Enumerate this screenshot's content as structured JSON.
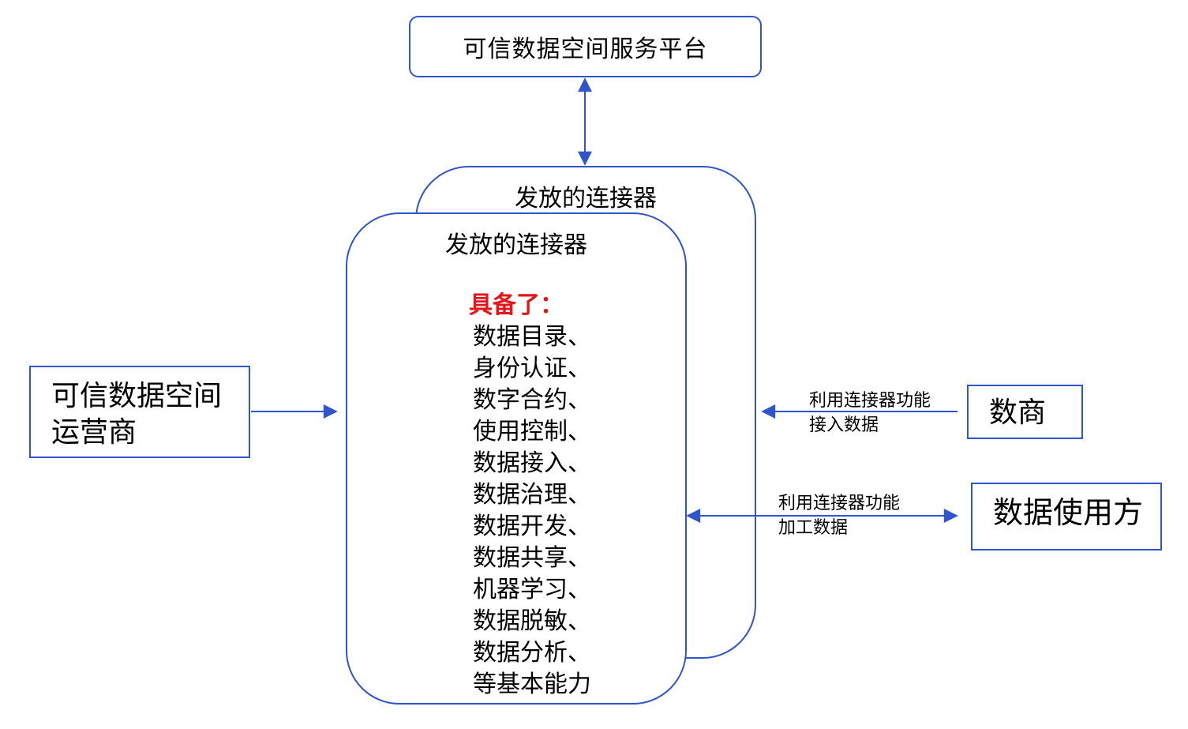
{
  "nodes": {
    "platform": "可信数据空间服务平台",
    "operator": [
      "可信数据空间",
      "运营商"
    ],
    "connector_back_title": "发放的连接器",
    "connector_front_title": "发放的连接器",
    "capabilities_heading": "具备了：",
    "capabilities": [
      "数据目录、",
      "身份认证、",
      "数字合约、",
      "使用控制、",
      "数据接入、",
      "数据治理、",
      "数据开发、",
      "数据共享、",
      "机器学习、",
      "数据脱敏、",
      "数据分析、",
      "等基本能力"
    ],
    "merchant": "数商",
    "user": "数据使用方"
  },
  "edges": {
    "merchant_label": [
      "利用连接器功能",
      "接入数据"
    ],
    "user_label": [
      "利用连接器功能",
      "加工数据"
    ]
  },
  "colors": {
    "line": "#2f55c8",
    "highlight": "#e5161b"
  }
}
